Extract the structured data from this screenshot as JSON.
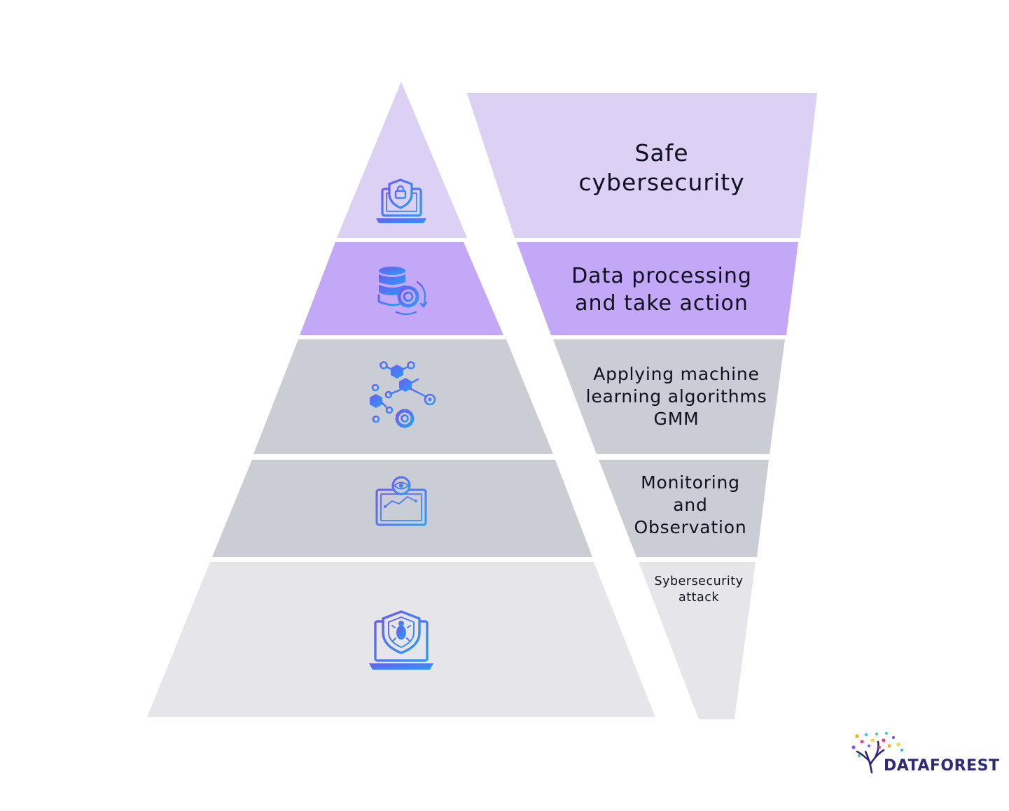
{
  "diagram": {
    "layers": [
      {
        "lines": [
          "Safe",
          "cybersecurity"
        ],
        "icon": "laptop-shield-lock-icon",
        "fill": "#dcd0f4"
      },
      {
        "lines": [
          "Data processing",
          "and take action"
        ],
        "icon": "database-gear-icon",
        "fill": "#c3a8f7"
      },
      {
        "lines": [
          "Applying machine",
          "learning algorithms",
          "GMM"
        ],
        "icon": "molecule-network-gear-icon",
        "fill": "#cbcdd4"
      },
      {
        "lines": [
          "Monitoring",
          "and",
          "Observation"
        ],
        "icon": "monitor-eye-chart-icon",
        "fill": "#cbcdd4"
      },
      {
        "lines": [
          "Sybersecurity",
          "attack"
        ],
        "icon": "laptop-shield-bug-icon",
        "fill": "#e6e6ea"
      }
    ]
  },
  "colors": {
    "icon_gradient_start": "#6a5cf2",
    "icon_gradient_end": "#2a9cf5",
    "brand_text": "#2e2a7a"
  },
  "brand": {
    "name": "DATAFOREST",
    "icon": "tree-logo-icon"
  }
}
